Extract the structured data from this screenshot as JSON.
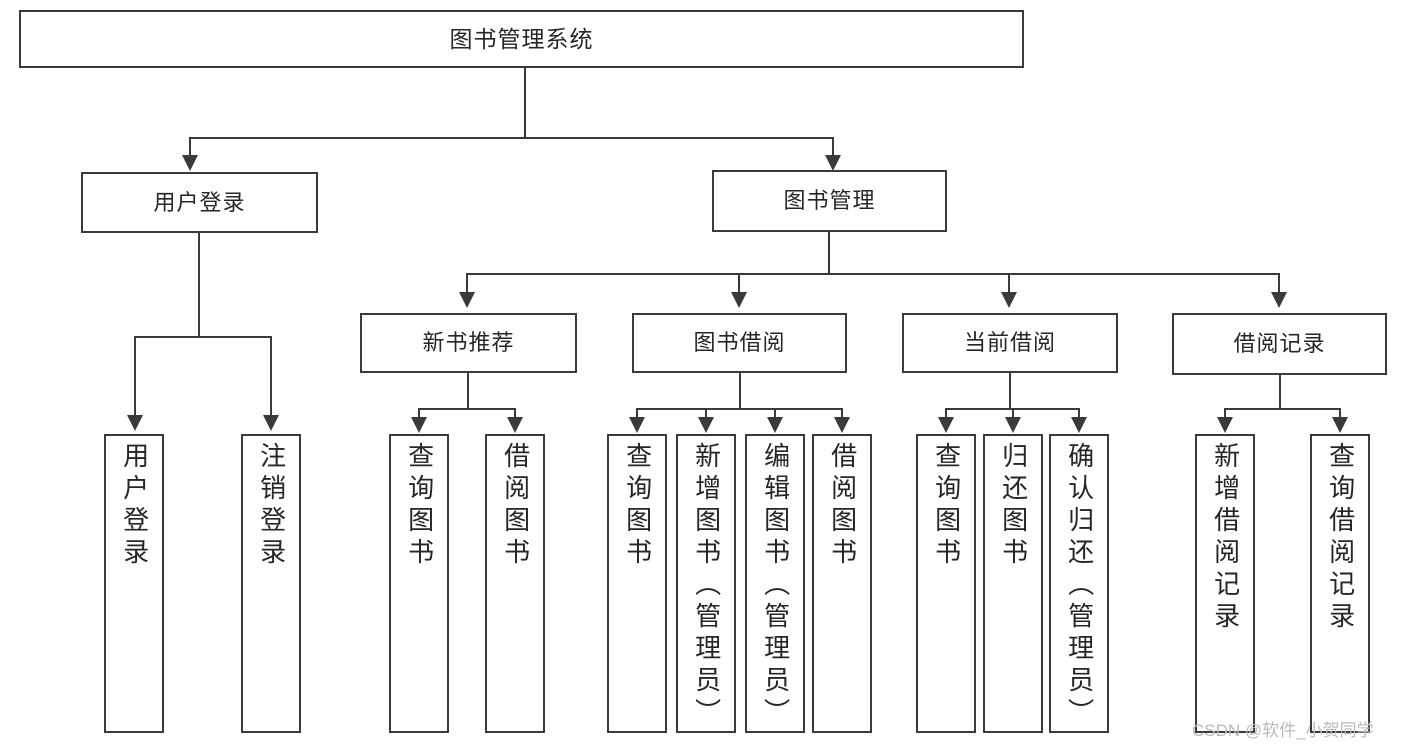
{
  "diagram": {
    "type": "tree-hierarchy",
    "title": "图书管理系统",
    "watermark": "CSDN @软件_小贺同学",
    "colors": {
      "stroke": "#3a3a3a",
      "fill": "#ffffff",
      "text": "#262626",
      "watermark": "#b9b9b9"
    },
    "levels": {
      "level0": [
        "图书管理系统"
      ],
      "level1": [
        "用户登录",
        "图书管理"
      ],
      "level2": [
        "新书推荐",
        "图书借阅",
        "当前借阅",
        "借阅记录"
      ],
      "level3": [
        "用户登录",
        "注销登录",
        "查询图书",
        "借阅图书",
        "查询图书",
        "新增图书（管理员）",
        "编辑图书（管理员）",
        "借阅图书",
        "查询图书",
        "归还图书",
        "确认归还（管理员）",
        "新增借阅记录",
        "查询借阅记录"
      ]
    },
    "nodes": {
      "root": {
        "label": "图书管理系统"
      },
      "user_login": {
        "label": "用户登录"
      },
      "book_manage": {
        "label": "图书管理"
      },
      "new_book_rec": {
        "label": "新书推荐"
      },
      "book_borrow": {
        "label": "图书借阅"
      },
      "current_borrow": {
        "label": "当前借阅"
      },
      "borrow_record": {
        "label": "借阅记录"
      },
      "leaf_user_login": {
        "label": "用户登录"
      },
      "leaf_logout": {
        "label": "注销登录"
      },
      "leaf_query_book_1": {
        "label": "查询图书"
      },
      "leaf_borrow_book_1": {
        "label": "借阅图书"
      },
      "leaf_query_book_2": {
        "label": "查询图书"
      },
      "leaf_add_book": {
        "label": "新增图书（管理员）"
      },
      "leaf_edit_book": {
        "label": "编辑图书（管理员）"
      },
      "leaf_borrow_book_2": {
        "label": "借阅图书"
      },
      "leaf_query_book_3": {
        "label": "查询图书"
      },
      "leaf_return_book": {
        "label": "归还图书"
      },
      "leaf_confirm_return": {
        "label": "确认归还（管理员）"
      },
      "leaf_add_record": {
        "label": "新增借阅记录"
      },
      "leaf_query_record": {
        "label": "查询借阅记录"
      }
    }
  }
}
